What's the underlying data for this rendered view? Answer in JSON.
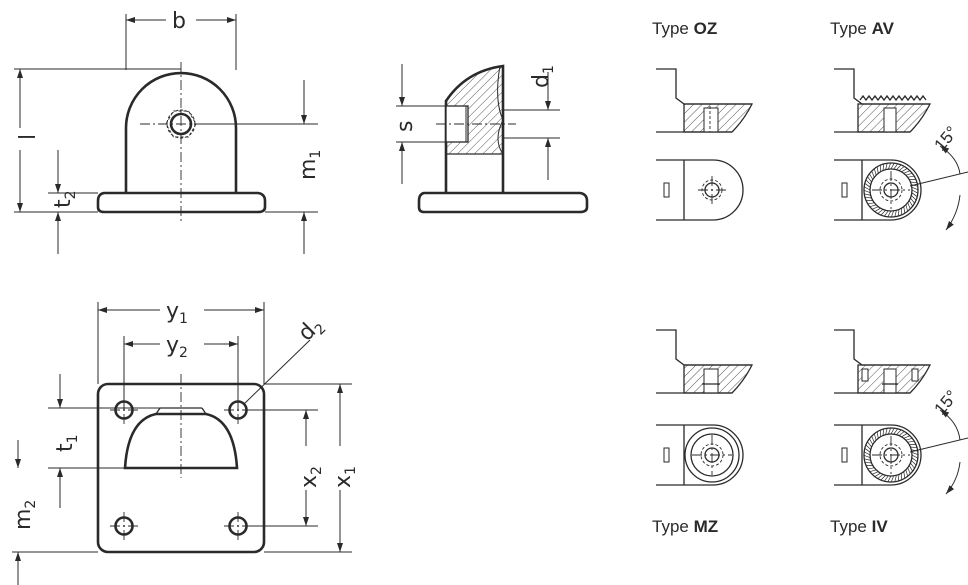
{
  "dimensions": {
    "b": "b",
    "l": "l",
    "t": "t",
    "t_sub_2": "2",
    "m": "m",
    "m_sub_1": "1",
    "s": "s",
    "d": "d",
    "d_sub_1": "1",
    "y": "y",
    "y_sub_1": "1",
    "y_sub_2": "2",
    "d_sub_2": "2",
    "t_sub_1": "1",
    "x": "x",
    "x_sub_2": "2",
    "x_sub_1": "1",
    "m_sub_2": "2"
  },
  "types": {
    "oz": {
      "prefix": "Type ",
      "code": "OZ"
    },
    "av": {
      "prefix": "Type ",
      "code": "AV"
    },
    "mz": {
      "prefix": "Type ",
      "code": "MZ"
    },
    "iv": {
      "prefix": "Type ",
      "code": "IV"
    }
  },
  "angle_label": "15°"
}
